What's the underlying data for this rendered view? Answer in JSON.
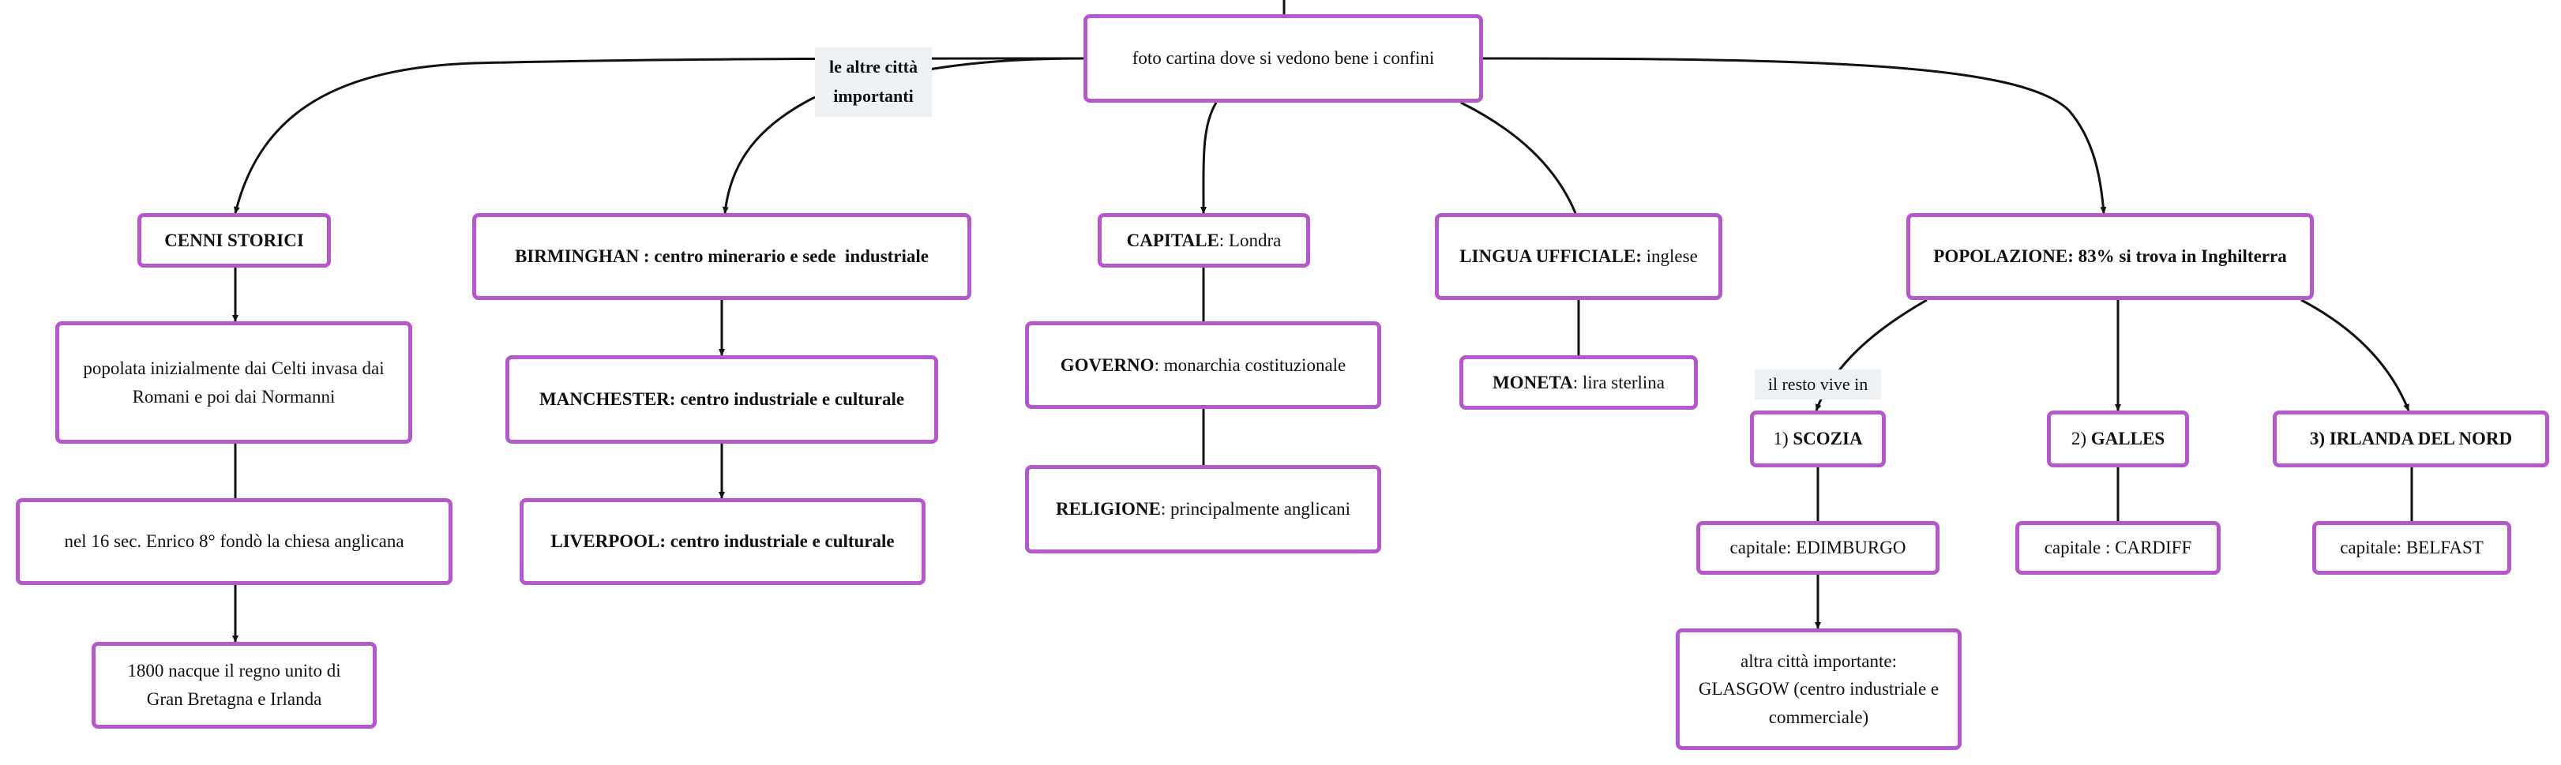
{
  "colors": {
    "node_border": "#b558c9",
    "connector": "#111111",
    "link_label_bg": "#eef2f5"
  },
  "root": {
    "text": "foto cartina dove si vedono bene i confini"
  },
  "link_labels": {
    "altre_citta_line1": "le altre città",
    "altre_citta_line2": "importanti",
    "resto_vive_in": "il resto vive in"
  },
  "branches": {
    "storia": {
      "title": "CENNI STORICI",
      "items": [
        "popolata inizialmente dai Celti invasa dai Romani e poi dai Normanni",
        "nel 16 sec. Enrico 8° fondò la chiesa anglicana",
        "1800 nacque il regno unito di Gran Bretagna e Irlanda"
      ]
    },
    "citta": {
      "items": [
        "BIRMINGHAN : centro minerario e sede  industriale",
        "MANCHESTER: centro industriale e culturale",
        "LIVERPOOL: centro industriale e culturale"
      ]
    },
    "capitale": {
      "capitale_bold": "CAPITALE",
      "capitale_rest": ": Londra",
      "governo_bold": "GOVERNO",
      "governo_rest": ": monarchia costituzionale",
      "religione_bold": "RELIGIONE",
      "religione_rest": ": principalmente anglicani"
    },
    "lingua": {
      "lingua_bold": "LINGUA UFFICIALE:",
      "lingua_rest": " inglese",
      "moneta_bold": "MONETA",
      "moneta_rest": ": lira sterlina"
    },
    "popolazione": {
      "title": "POPOLAZIONE: 83% si trova in Inghilterra",
      "scozia_num": "1) ",
      "scozia_name": "SCOZIA",
      "scozia_capitale": "capitale: EDIMBURGO",
      "scozia_glasgow": "altra città importante: GLASGOW (centro industriale e commerciale)",
      "galles_num": "2) ",
      "galles_name": "GALLES",
      "galles_capitale": "capitale : CARDIFF",
      "irlanda_name": "3) IRLANDA DEL NORD",
      "irlanda_capitale": "capitale: BELFAST"
    }
  }
}
